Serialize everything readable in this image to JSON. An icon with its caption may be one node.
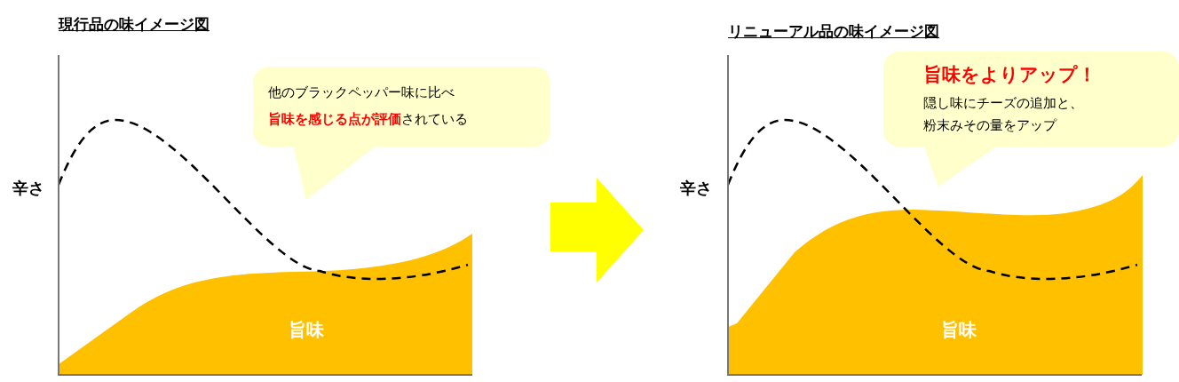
{
  "diagram": {
    "nodes": [
      {
        "text": [
          "他のブラックペッパー味に比べ**旨味を感じる点が評価**されている"
        ]
      },
      {
        "text": [
          "旨味をよりアップ！",
          "隠し味にチーズの追加と、粉末みその量をアップ"
        ]
      }
    ],
    "edges": [],
    "labels": [
      "現行品の味イメージ図",
      "リニューアル品の味イメージ図",
      "辛さ",
      "旨味",
      "辛さ",
      "旨味"
    ]
  }
}
